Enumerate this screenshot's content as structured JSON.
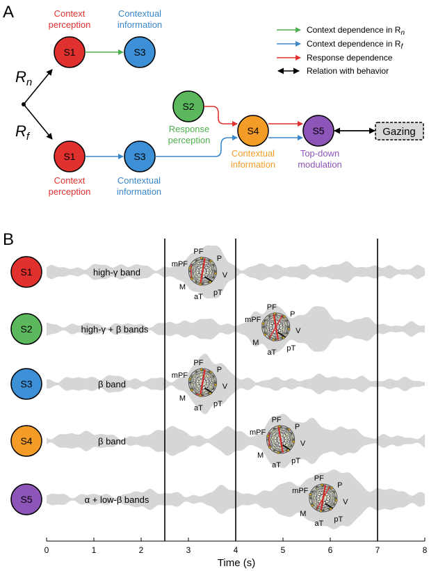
{
  "panel_a": {
    "label": "A",
    "branch_top": "R",
    "branch_top_sub": "n",
    "branch_bottom": "R",
    "branch_bottom_sub": "f",
    "top": {
      "s1": "S1",
      "s1_line1": "Context",
      "s1_line2": "perception",
      "s3": "S3",
      "s3_line1": "Contextual",
      "s3_line2": "information"
    },
    "bottom": {
      "s1": "S1",
      "s1_line1": "Context",
      "s1_line2": "perception",
      "s3": "S3",
      "s3_line1": "Contextual",
      "s3_line2": "information"
    },
    "s2": "S2",
    "s2_line1": "Response",
    "s2_line2": "perception",
    "s4": "S4",
    "s4_line1": "Contextual",
    "s4_line2": "information",
    "s5": "S5",
    "s5_line1": "Top-down",
    "s5_line2": "modulation",
    "gazing": "Gazing",
    "legend": {
      "green": "Context dependence in R",
      "green_sub": "n",
      "blue": "Context dependence in R",
      "blue_sub": "f",
      "red": "Response dependence",
      "black": "Relation with behavior"
    }
  },
  "panel_b": {
    "label": "B",
    "rows": [
      {
        "state": "S1",
        "band": "high-γ band"
      },
      {
        "state": "S2",
        "band": "high-γ + β bands"
      },
      {
        "state": "S3",
        "band": "β band"
      },
      {
        "state": "S4",
        "band": "β band"
      },
      {
        "state": "S5",
        "band": "α + low-β bands"
      }
    ],
    "regions": [
      "PF",
      "P",
      "mPF",
      "V",
      "M",
      "pT",
      "aT"
    ],
    "xaxis_label": "Time (s)",
    "xticks": [
      "0",
      "1",
      "2",
      "3",
      "4",
      "5",
      "6",
      "7",
      "8"
    ],
    "vlines_s": [
      2.5,
      4,
      7
    ]
  },
  "colors": {
    "s1": "#e0312f",
    "s2": "#5cb85c",
    "s3": "#3d8fd6",
    "s4": "#f39c28",
    "s5": "#8e55b8",
    "green_arrow": "#4cae4c",
    "blue_arrow": "#3a86c8",
    "red_arrow": "#e0312f",
    "ribbon": "#d6d6d6"
  }
}
